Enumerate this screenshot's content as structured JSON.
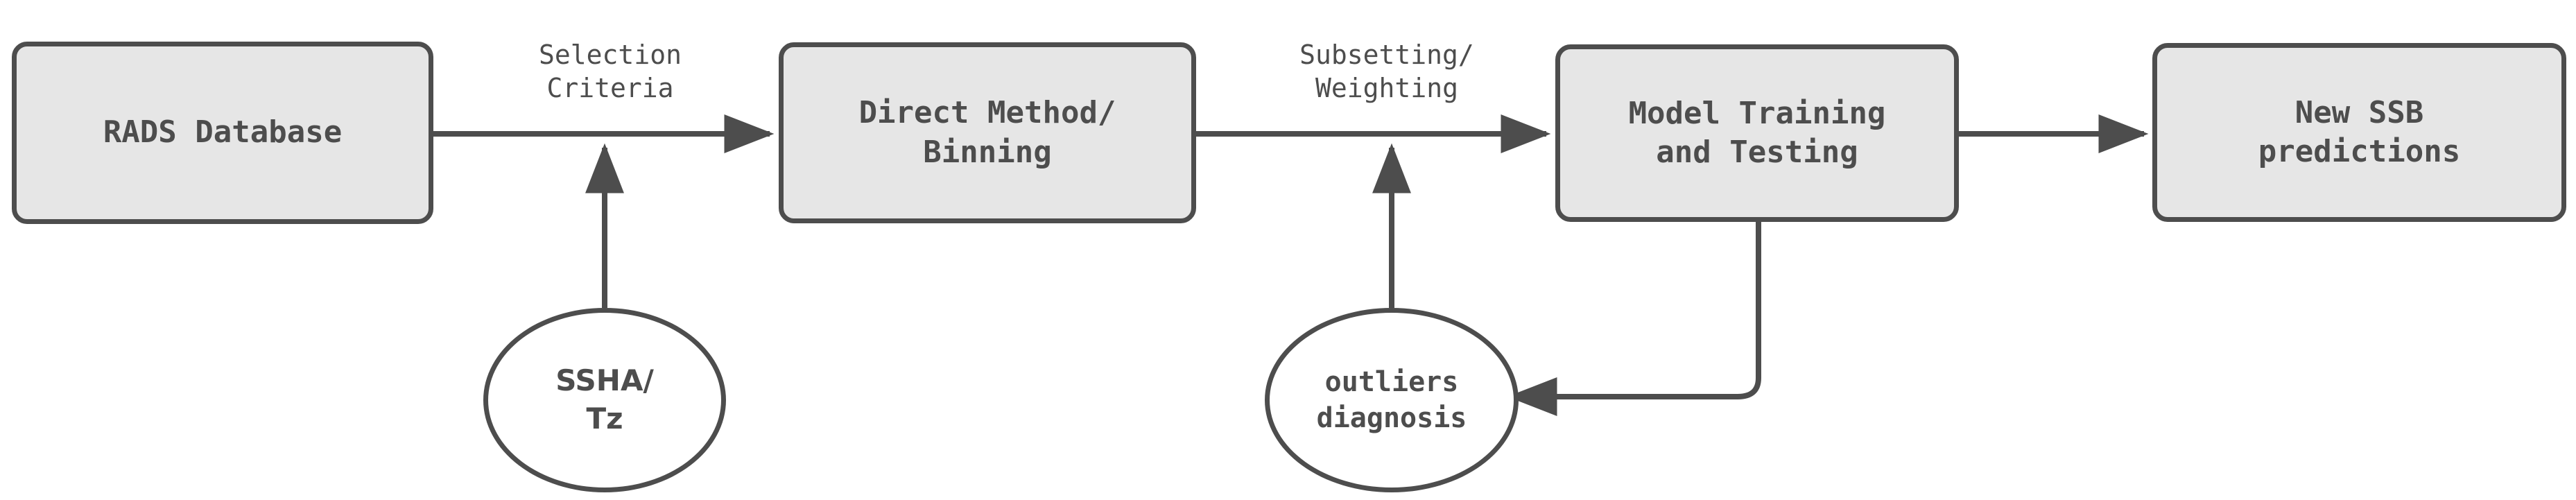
{
  "diagram": {
    "title": "SSB prediction workflow flowchart",
    "background_color": "#ffffff",
    "stroke_color": "#4d4d4d",
    "box_fill_color": "#e6e6e6",
    "ellipse_fill_color": "#ffffff",
    "nodes": [
      {
        "id": "rads-database",
        "shape": "rounded-rectangle",
        "label": "RADS Database"
      },
      {
        "id": "direct-method-binning",
        "shape": "rounded-rectangle",
        "label": "Direct Method/\nBinning"
      },
      {
        "id": "model-training-and-testing",
        "shape": "rounded-rectangle",
        "label": "Model Training\nand Testing"
      },
      {
        "id": "new-ssb-predictions",
        "shape": "rounded-rectangle",
        "label": "New SSB\npredictions"
      },
      {
        "id": "ssha-tz",
        "shape": "ellipse",
        "label": "SSHA/\nTz"
      },
      {
        "id": "outliers-diagnosis",
        "shape": "ellipse",
        "label": "outliers\ndiagnosis"
      }
    ],
    "edge_labels": [
      {
        "id": "selection-criteria",
        "text": "Selection\nCriteria"
      },
      {
        "id": "subsetting-weighting",
        "text": "Subsetting/\nWeighting"
      }
    ],
    "edges": [
      {
        "id": "rads-to-direct",
        "from": "rads-database",
        "to": "direct-method-binning",
        "label": "Selection\nCriteria",
        "direction": "right"
      },
      {
        "id": "ssha-to-direct",
        "from": "ssha-tz",
        "to": "direct-method-binning",
        "label": "",
        "direction": "up"
      },
      {
        "id": "direct-to-model",
        "from": "direct-method-binning",
        "to": "model-training-and-testing",
        "label": "Subsetting/\nWeighting",
        "direction": "right"
      },
      {
        "id": "outliers-to-model",
        "from": "outliers-diagnosis",
        "to": "model-training-and-testing",
        "label": "",
        "direction": "up"
      },
      {
        "id": "model-to-predictions",
        "from": "model-training-and-testing",
        "to": "new-ssb-predictions",
        "label": "",
        "direction": "right"
      },
      {
        "id": "model-to-outliers",
        "from": "model-training-and-testing",
        "to": "outliers-diagnosis",
        "label": "",
        "direction": "feedback-left"
      }
    ]
  }
}
